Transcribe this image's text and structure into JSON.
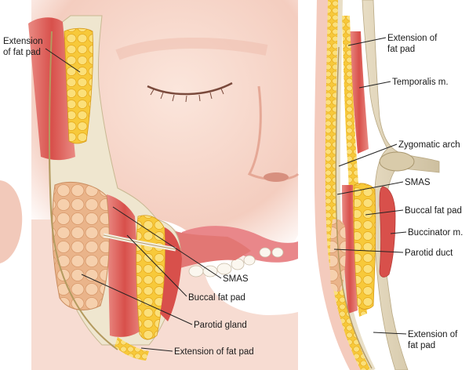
{
  "labels": {
    "left": {
      "extension_top": "Extension of fat pad",
      "smas": "SMAS",
      "buccal_fat_pad": "Buccal fat pad",
      "parotid_gland": "Parotid gland",
      "extension_bottom": "Extension of fat pad"
    },
    "right": {
      "extension_top": "Extension of fat pad",
      "temporalis": "Temporalis m.",
      "zygomatic_arch": "Zygomatic arch",
      "smas": "SMAS",
      "buccal_fat_pad": "Buccal fat pad",
      "buccinator": "Buccinator m.",
      "parotid_duct": "Parotid duct",
      "extension_bottom": "Extension of fat pad"
    }
  },
  "colors": {
    "skin": "#f6d3c6",
    "skin_shadow": "#e9b3a2",
    "fat": "#f7c93a",
    "fat_light": "#fbe07a",
    "muscle": "#d9544f",
    "muscle_light": "#ea8a84",
    "fascia": "#efe6cf",
    "bone": "#ddd0b4",
    "gland": "#f1c39a",
    "line": "#222222"
  }
}
